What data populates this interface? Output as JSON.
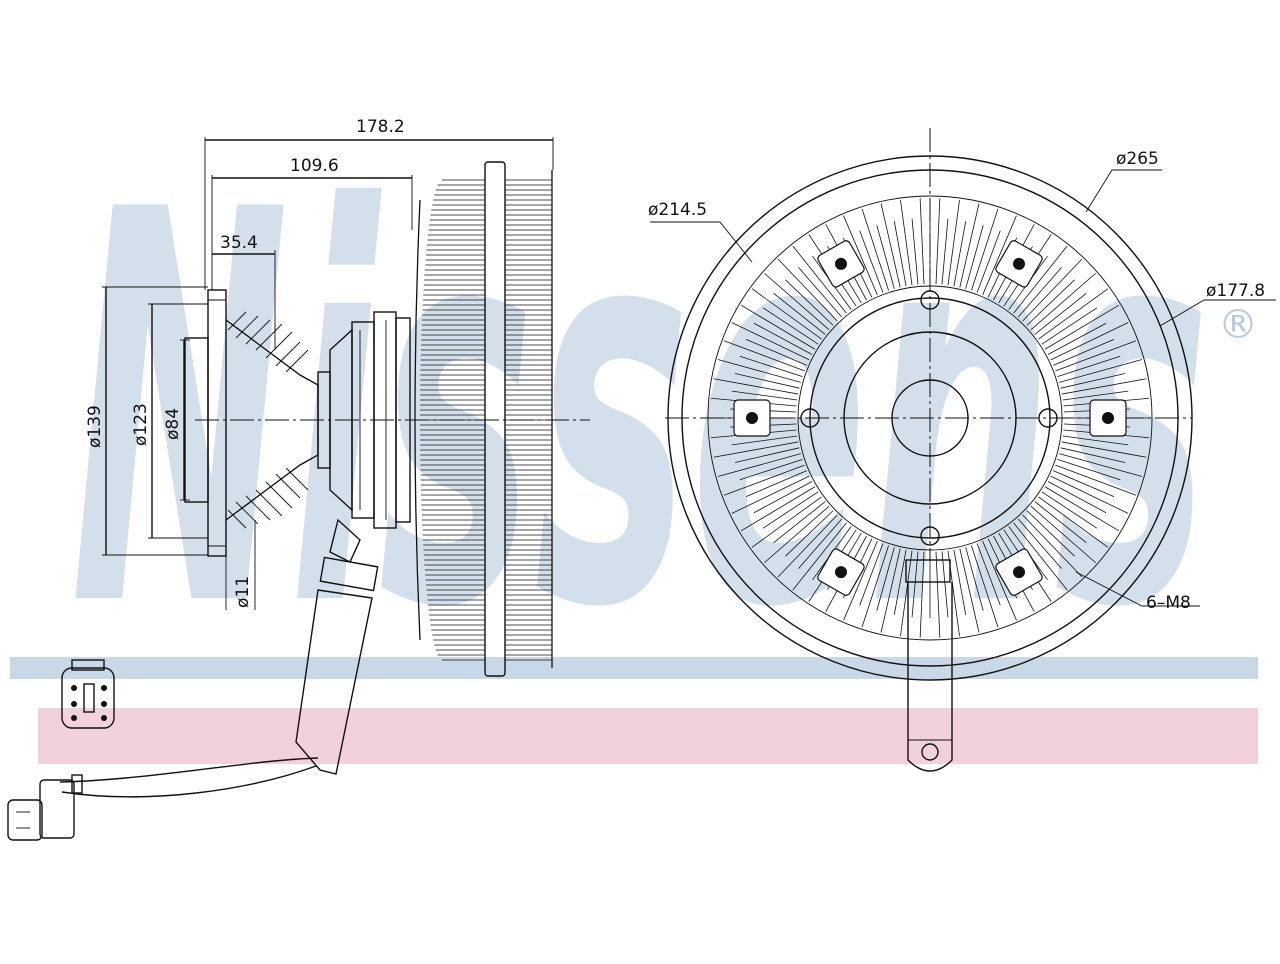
{
  "watermark": {
    "text": "Nissens",
    "registered_mark": "®",
    "band_blue": "#c9d8e6",
    "band_red": "#f1d2da",
    "letter_color": "#d3e0ec"
  },
  "dimensions": {
    "side_view": {
      "overall_length": "178.2",
      "hub_to_fan": "109.6",
      "flange_depth": "35.4",
      "flange_diameter": "ø139",
      "bolt_circle_diameter": "ø123",
      "pilot_diameter": "ø84",
      "bolt_hole_diameter": "ø11"
    },
    "front_view": {
      "outer_diameter": "ø265",
      "fin_diameter": "ø214.5",
      "inner_diameter": "ø177.8",
      "thread_spec": "6–M8"
    }
  }
}
